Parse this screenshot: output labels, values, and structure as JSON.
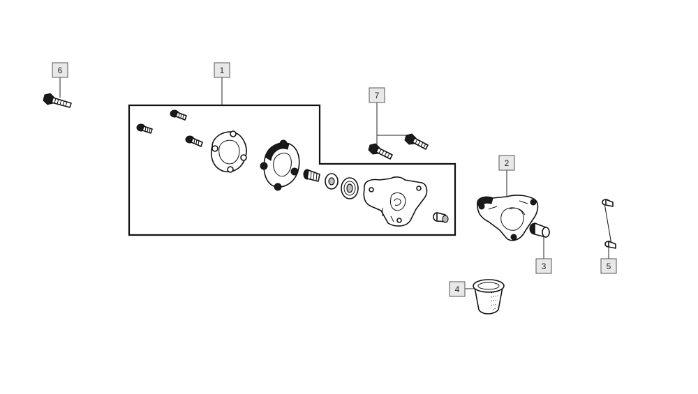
{
  "callouts": [
    {
      "id": "1",
      "label": "1"
    },
    {
      "id": "2",
      "label": "2"
    },
    {
      "id": "3",
      "label": "3"
    },
    {
      "id": "4",
      "label": "4"
    },
    {
      "id": "5",
      "label": "5"
    },
    {
      "id": "6",
      "label": "6"
    },
    {
      "id": "7",
      "label": "7"
    }
  ],
  "colors": {
    "line": "#111111",
    "callout_fill": "#e8e8e8",
    "callout_border": "#555555"
  }
}
